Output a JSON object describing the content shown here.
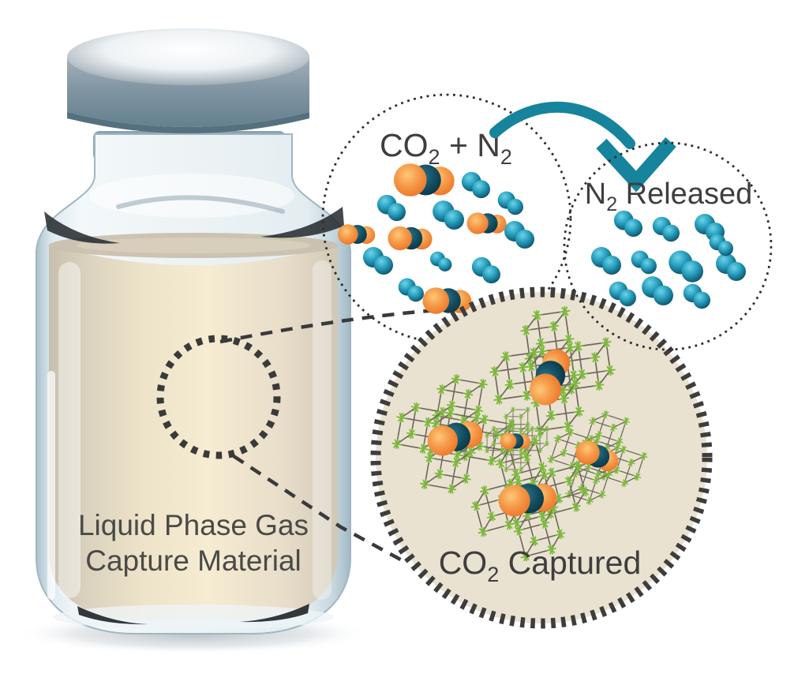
{
  "diagram": {
    "description": "Liquid phase gas capture material vial with molecular callouts",
    "vial_label": {
      "line1": "Liquid Phase Gas",
      "line2": "Capture Material"
    },
    "gas_mixture_bubble": {
      "formula_base1": "CO",
      "formula_sub1": "2",
      "formula_base2": " + N",
      "formula_sub2": "2"
    },
    "released_bubble": {
      "formula_base": "N",
      "formula_sub": "2",
      "label_rest": " Released"
    },
    "captured_bubble": {
      "formula_base": "CO",
      "formula_sub": "2",
      "label_rest": " Captured"
    }
  },
  "colors": {
    "co2_orange": "#ee7c2a",
    "n2_teal": "#147e9b",
    "molecule_dark_teal": "#0d3b4a",
    "arrow_teal": "#16849c",
    "liquid_beige": "#f3e9d0",
    "captured_fill": "#e9e2d0",
    "framework_green": "#7db83e",
    "framework_gray": "#6f675c",
    "cap_blue_gray": "#7e93a0",
    "label_text": "#4a4a47",
    "ring_dark": "#3d3d3d"
  }
}
